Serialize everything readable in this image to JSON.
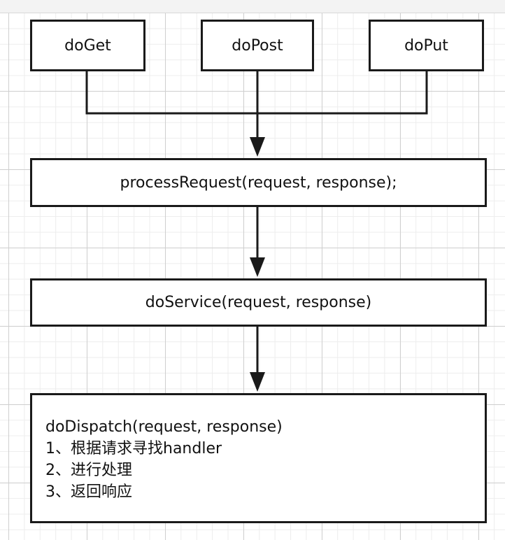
{
  "nodes": {
    "doget": {
      "label": "doGet"
    },
    "dopost": {
      "label": "doPost"
    },
    "doput": {
      "label": "doPut"
    },
    "process_request": {
      "label": "processRequest(request, response);"
    },
    "do_service": {
      "label": "doService(request, response)"
    },
    "do_dispatch": {
      "title": "doDispatch(request, response)",
      "steps": [
        "1、根据请求寻找handler",
        "2、进行处理",
        "3、返回响应"
      ]
    }
  },
  "colors": {
    "stroke": "#1a1a1a",
    "grid_major": "#cfcfcf",
    "grid_minor": "#ededed",
    "background": "#ffffff"
  },
  "edges": [
    {
      "from": "doget",
      "to": "process_request"
    },
    {
      "from": "dopost",
      "to": "process_request"
    },
    {
      "from": "doput",
      "to": "process_request"
    },
    {
      "from": "process_request",
      "to": "do_service"
    },
    {
      "from": "do_service",
      "to": "do_dispatch"
    }
  ]
}
